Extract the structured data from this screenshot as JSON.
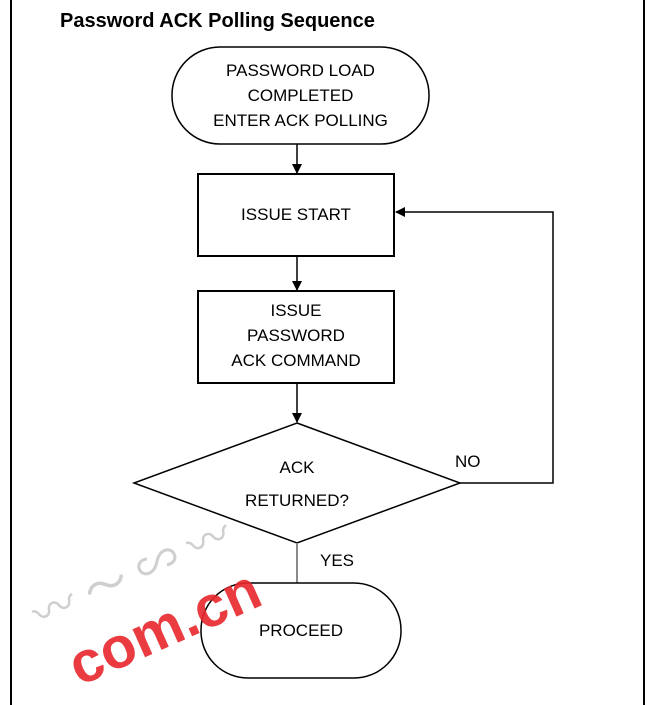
{
  "diagram": {
    "title": "Password ACK Polling Sequence",
    "nodes": {
      "start": {
        "lines": [
          "PASSWORD LOAD",
          "COMPLETED",
          "ENTER ACK POLLING"
        ]
      },
      "issue_start": {
        "lines": [
          "ISSUE START"
        ]
      },
      "issue_password": {
        "lines": [
          "ISSUE",
          "PASSWORD",
          "ACK COMMAND"
        ]
      },
      "decision": {
        "lines": [
          "ACK",
          "RETURNED?"
        ]
      },
      "proceed": {
        "lines": [
          "PROCEED"
        ]
      }
    },
    "edges": {
      "no_label": "NO",
      "yes_label": "YES"
    }
  },
  "watermark": {
    "text": "com.cn",
    "color": "#e8272c"
  }
}
